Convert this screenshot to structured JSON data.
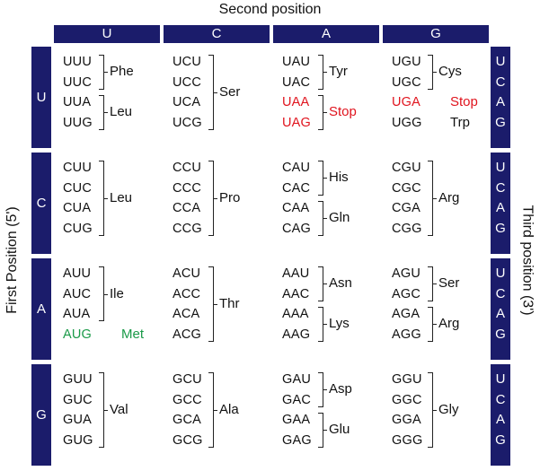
{
  "labels": {
    "top": "Second position",
    "left": "First Position (5')",
    "right": "Third position (3')"
  },
  "second_bases": [
    "U",
    "C",
    "A",
    "G"
  ],
  "first_bases": [
    "U",
    "C",
    "A",
    "G"
  ],
  "third_bases": [
    "U",
    "C",
    "A",
    "G"
  ],
  "colors": {
    "header": "#1b1c6b",
    "stop": "#e0141e",
    "start": "#1a9a48"
  },
  "cells": [
    [
      {
        "codons": [
          "UUU",
          "UUC",
          "UUA",
          "UUG"
        ],
        "groups": [
          {
            "from": 0,
            "to": 1,
            "aa": "Phe"
          },
          {
            "from": 2,
            "to": 3,
            "aa": "Leu"
          }
        ]
      },
      {
        "codons": [
          "UCU",
          "UCC",
          "UCA",
          "UCG"
        ],
        "groups": [
          {
            "from": 0,
            "to": 3,
            "aa": "Ser"
          }
        ]
      },
      {
        "codons": [
          "UAU",
          "UAC",
          "UAA",
          "UAG"
        ],
        "groups": [
          {
            "from": 0,
            "to": 1,
            "aa": "Tyr"
          },
          {
            "from": 2,
            "to": 3,
            "aa": "Stop",
            "color": "stop"
          }
        ]
      },
      {
        "codons": [
          "UGU",
          "UGC",
          "UGA",
          "UGG"
        ],
        "groups": [
          {
            "from": 0,
            "to": 1,
            "aa": "Cys"
          },
          {
            "from": 2,
            "to": 2,
            "aa": "Stop",
            "color": "stop",
            "single": true
          },
          {
            "from": 3,
            "to": 3,
            "aa": "Trp",
            "single": true
          }
        ]
      }
    ],
    [
      {
        "codons": [
          "CUU",
          "CUC",
          "CUA",
          "CUG"
        ],
        "groups": [
          {
            "from": 0,
            "to": 3,
            "aa": "Leu"
          }
        ]
      },
      {
        "codons": [
          "CCU",
          "CCC",
          "CCA",
          "CCG"
        ],
        "groups": [
          {
            "from": 0,
            "to": 3,
            "aa": "Pro"
          }
        ]
      },
      {
        "codons": [
          "CAU",
          "CAC",
          "CAA",
          "CAG"
        ],
        "groups": [
          {
            "from": 0,
            "to": 1,
            "aa": "His"
          },
          {
            "from": 2,
            "to": 3,
            "aa": "Gln"
          }
        ]
      },
      {
        "codons": [
          "CGU",
          "CGC",
          "CGA",
          "CGG"
        ],
        "groups": [
          {
            "from": 0,
            "to": 3,
            "aa": "Arg"
          }
        ]
      }
    ],
    [
      {
        "codons": [
          "AUU",
          "AUC",
          "AUA",
          "AUG"
        ],
        "groups": [
          {
            "from": 0,
            "to": 2,
            "aa": "Ile"
          },
          {
            "from": 3,
            "to": 3,
            "aa": "Met",
            "color": "start",
            "single": true
          }
        ]
      },
      {
        "codons": [
          "ACU",
          "ACC",
          "ACA",
          "ACG"
        ],
        "groups": [
          {
            "from": 0,
            "to": 3,
            "aa": "Thr"
          }
        ]
      },
      {
        "codons": [
          "AAU",
          "AAC",
          "AAA",
          "AAG"
        ],
        "groups": [
          {
            "from": 0,
            "to": 1,
            "aa": "Asn"
          },
          {
            "from": 2,
            "to": 3,
            "aa": "Lys"
          }
        ]
      },
      {
        "codons": [
          "AGU",
          "AGC",
          "AGA",
          "AGG"
        ],
        "groups": [
          {
            "from": 0,
            "to": 1,
            "aa": "Ser"
          },
          {
            "from": 2,
            "to": 3,
            "aa": "Arg"
          }
        ]
      }
    ],
    [
      {
        "codons": [
          "GUU",
          "GUC",
          "GUA",
          "GUG"
        ],
        "groups": [
          {
            "from": 0,
            "to": 3,
            "aa": "Val"
          }
        ]
      },
      {
        "codons": [
          "GCU",
          "GCC",
          "GCA",
          "GCG"
        ],
        "groups": [
          {
            "from": 0,
            "to": 3,
            "aa": "Ala"
          }
        ]
      },
      {
        "codons": [
          "GAU",
          "GAC",
          "GAA",
          "GAG"
        ],
        "groups": [
          {
            "from": 0,
            "to": 1,
            "aa": "Asp"
          },
          {
            "from": 2,
            "to": 3,
            "aa": "Glu"
          }
        ]
      },
      {
        "codons": [
          "GGU",
          "GGC",
          "GGA",
          "GGG"
        ],
        "groups": [
          {
            "from": 0,
            "to": 3,
            "aa": "Gly"
          }
        ]
      }
    ]
  ]
}
